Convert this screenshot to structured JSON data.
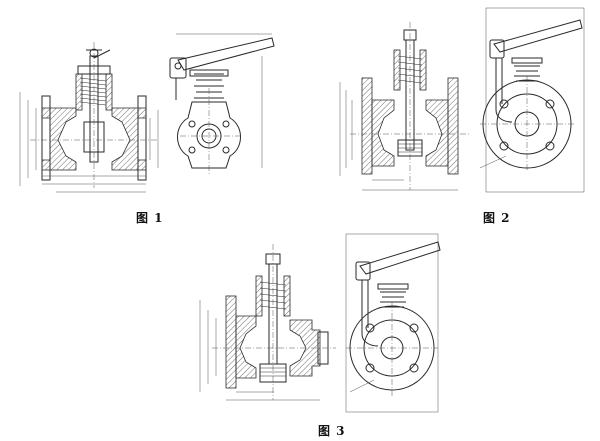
{
  "figures": [
    {
      "id": "fig1",
      "caption": "图 1"
    },
    {
      "id": "fig2",
      "caption": "图 2"
    },
    {
      "id": "fig3",
      "caption": "图 3"
    }
  ]
}
